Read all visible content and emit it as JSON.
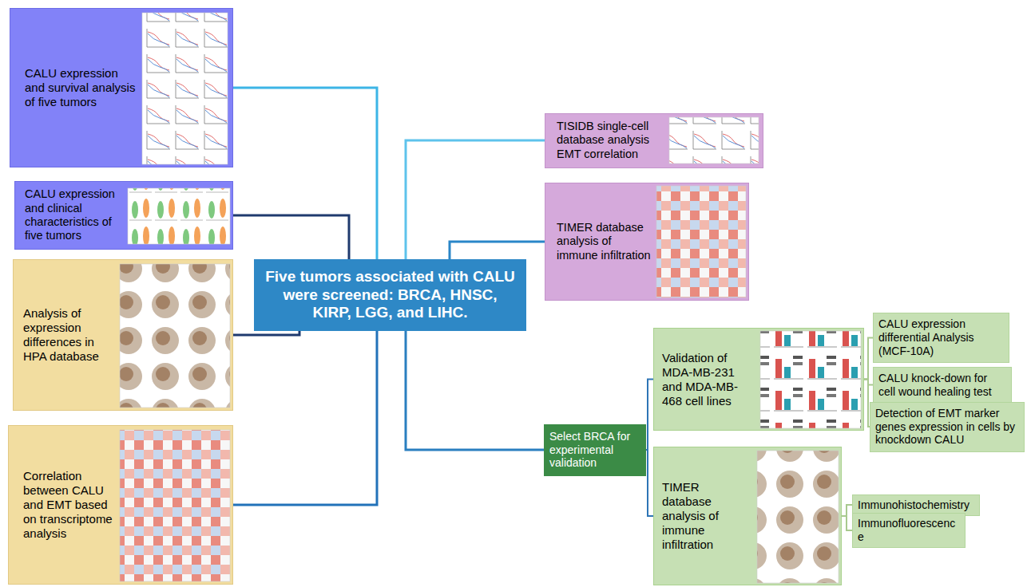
{
  "diagram": {
    "nodes": [
      {
        "text": [
          "Five tumors associated with CALU were screened: BRCA, HNSC, KIRP, LGG, and LIHC."
        ]
      },
      {
        "text": [
          "CALU expression and survival analysis of five tumors"
        ]
      },
      {
        "text": [
          "CALU expression and clinical characteristics of five tumors"
        ]
      },
      {
        "text": [
          "Analysis of expression differences in HPA database"
        ]
      },
      {
        "text": [
          "Correlation between CALU and EMT based on transcriptome analysis"
        ]
      },
      {
        "text": [
          "TISIDB single-cell database analysis EMT correlation"
        ]
      },
      {
        "text": [
          "TIMER database analysis of immune infiltration"
        ]
      },
      {
        "text": [
          "Select BRCA for experimental validation"
        ]
      },
      {
        "text": [
          "Validation of MDA-MB-231 and MDA-MB-468 cell lines"
        ]
      },
      {
        "text": [
          "CALU expression differential Analysis (MCF-10A)"
        ]
      },
      {
        "text": [
          "CALU knock-down for cell wound healing test"
        ]
      },
      {
        "text": [
          "Detection of EMT marker genes expression in cells by knockdown CALU"
        ]
      },
      {
        "text": [
          "TIMER database analysis of immune infiltration"
        ]
      },
      {
        "text": [
          "Immunohistochemistry"
        ]
      },
      {
        "text": [
          "Immunofluorescence"
        ]
      }
    ],
    "edges": [
      {
        "from": 0,
        "to": 1,
        "arrow": "none"
      },
      {
        "from": 0,
        "to": 2,
        "arrow": "none"
      },
      {
        "from": 0,
        "to": 3,
        "arrow": "none"
      },
      {
        "from": 0,
        "to": 4,
        "arrow": "none"
      },
      {
        "from": 0,
        "to": 5,
        "arrow": "none"
      },
      {
        "from": 0,
        "to": 6,
        "arrow": "none"
      },
      {
        "from": 0,
        "to": 7,
        "arrow": "none"
      },
      {
        "from": 7,
        "to": 8,
        "arrow": "none"
      },
      {
        "from": 7,
        "to": 12,
        "arrow": "none"
      },
      {
        "from": 8,
        "to": 9,
        "arrow": "none"
      },
      {
        "from": 8,
        "to": 10,
        "arrow": "none"
      },
      {
        "from": 8,
        "to": 11,
        "arrow": "none"
      },
      {
        "from": 12,
        "to": 13,
        "arrow": "none"
      },
      {
        "from": 12,
        "to": 14,
        "arrow": "none"
      }
    ]
  }
}
